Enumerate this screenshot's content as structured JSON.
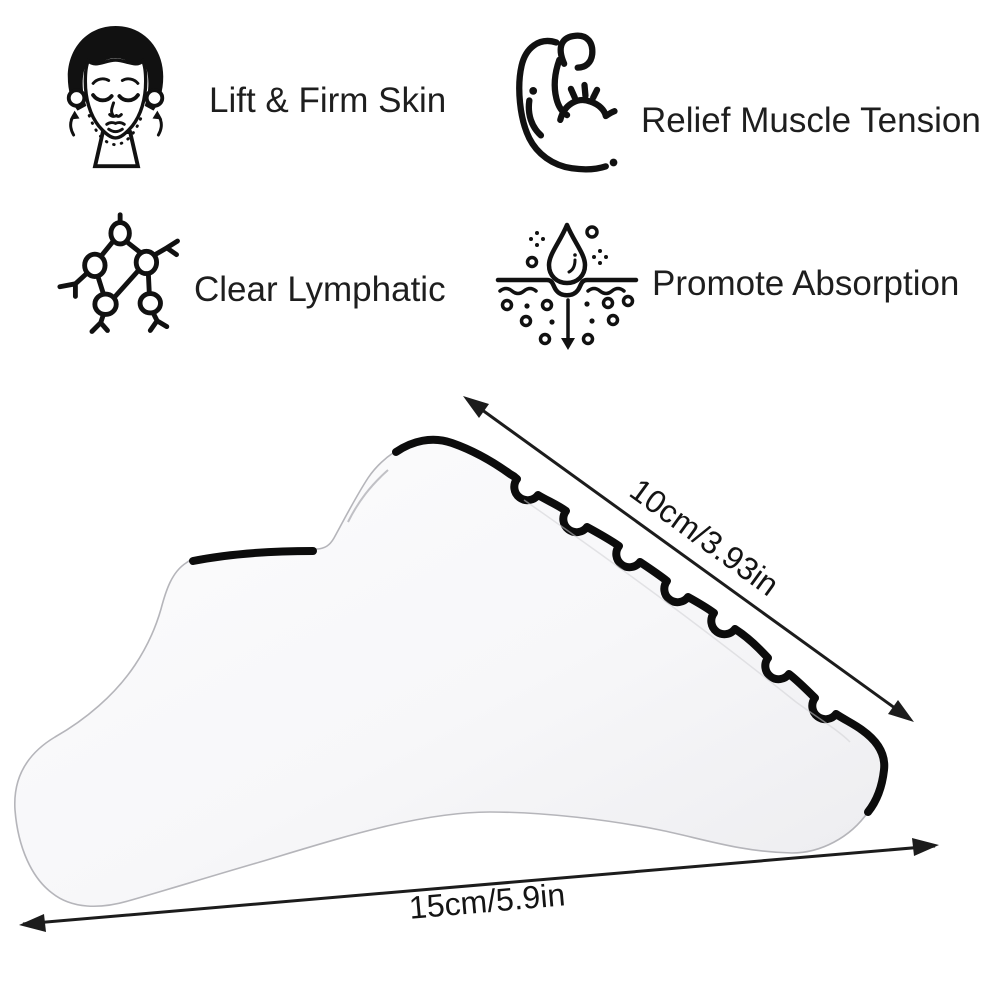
{
  "features": [
    {
      "icon": "face-lift-icon",
      "label": "Lift & Firm Skin"
    },
    {
      "icon": "bicep-muscle-icon",
      "label": "Relief Muscle Tension"
    },
    {
      "icon": "lymph-nodes-icon",
      "label": "Clear Lymphatic"
    },
    {
      "icon": "skin-absorption-icon",
      "label": "Promote Absorption"
    }
  ],
  "product": {
    "illustration": "gua-sha-scraping-board"
  },
  "dimensions": {
    "edge_length": "10cm/3.93in",
    "bottom_width": "15cm/5.9in"
  },
  "colors": {
    "background": "#ffffff",
    "line_art": "#111111",
    "arrow": "#1c1c1c",
    "label_text": "#1e1e1e",
    "tool_edge_dark": "#0c0c0c",
    "tool_outline": "#b5b5ba",
    "tool_fill_light": "#fbfbfc",
    "tool_fill_shade": "#ececef"
  }
}
